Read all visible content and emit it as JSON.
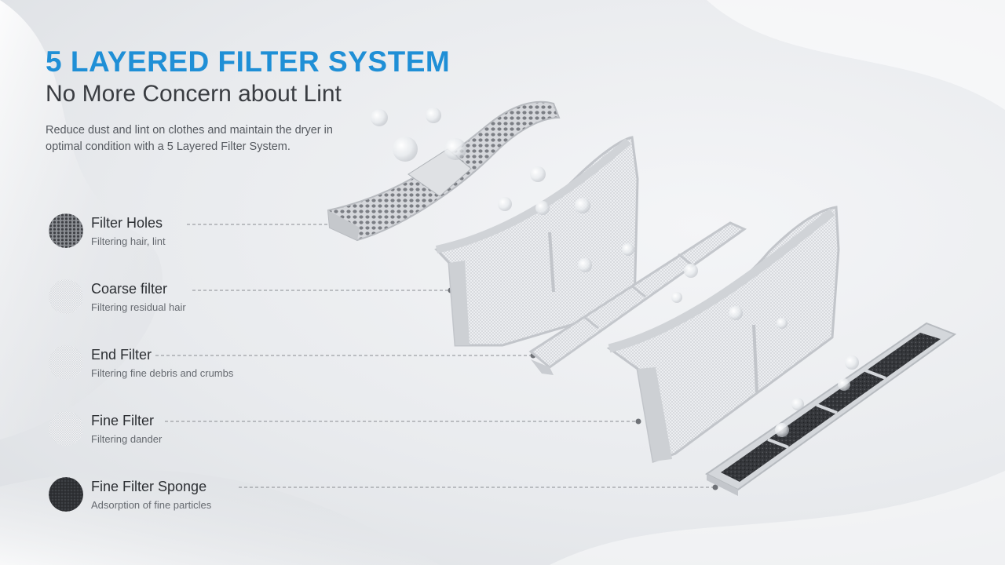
{
  "colors": {
    "title": "#1f8fd6",
    "subtitle": "#3a3d42",
    "frame": "#c9ccd1",
    "sponge": "#3a3c40",
    "leader": "#8a8d92"
  },
  "heading": {
    "title": "5 LAYERED FILTER SYSTEM",
    "subtitle": "No More Concern about Lint",
    "description": "Reduce dust and lint on clothes and maintain the dryer in optimal condition with a 5 Layered Filter System."
  },
  "layers": [
    {
      "name": "Filter Holes",
      "desc": "Filtering hair, lint",
      "swatch": "holes-icon"
    },
    {
      "name": "Coarse filter",
      "desc": "Filtering residual hair",
      "swatch": "mesh-icon"
    },
    {
      "name": "End Filter",
      "desc": "Filtering fine debris and crumbs",
      "swatch": "mesh-icon"
    },
    {
      "name": "Fine Filter",
      "desc": "Filtering dander",
      "swatch": "mesh-icon"
    },
    {
      "name": "Fine Filter Sponge",
      "desc": "Adsorption of fine particles",
      "swatch": "sponge-icon"
    }
  ]
}
